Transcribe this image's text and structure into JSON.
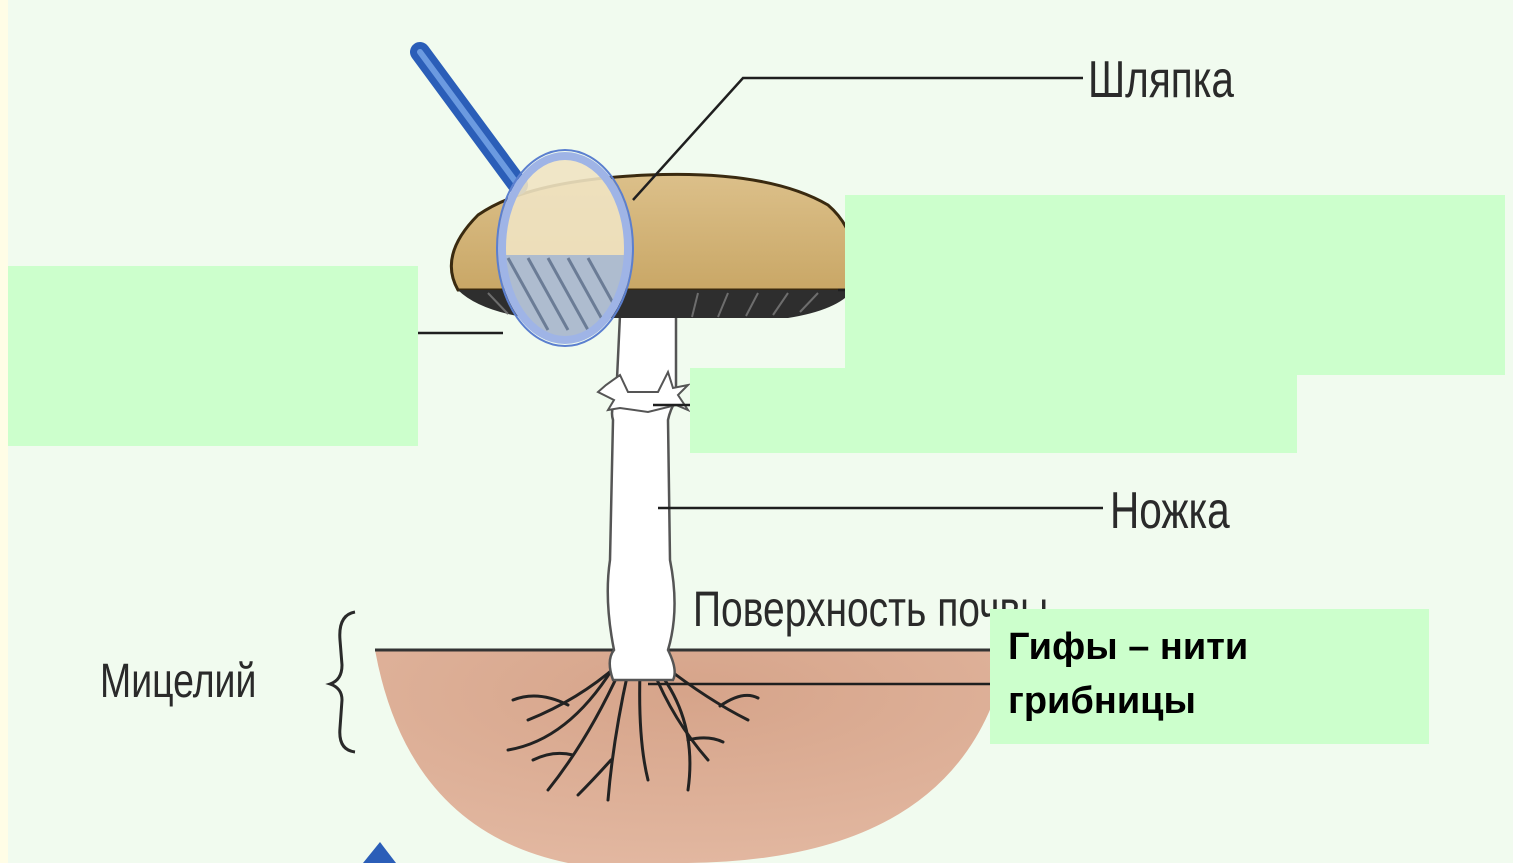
{
  "labels": {
    "cap": "Шляпка",
    "stem": "Ножка",
    "soil_surface": "Поверхность почвы",
    "mycelium": "Мицелий"
  },
  "hyphae_box": {
    "line1": "Гифы – нити",
    "line2": "грибницы"
  },
  "colors": {
    "background": "#f1fbef",
    "cover_box": "#ccffcc",
    "cap": "#d2b47a",
    "soil": "#d9a98e",
    "magnifier_handle": "#3a6fc4"
  }
}
